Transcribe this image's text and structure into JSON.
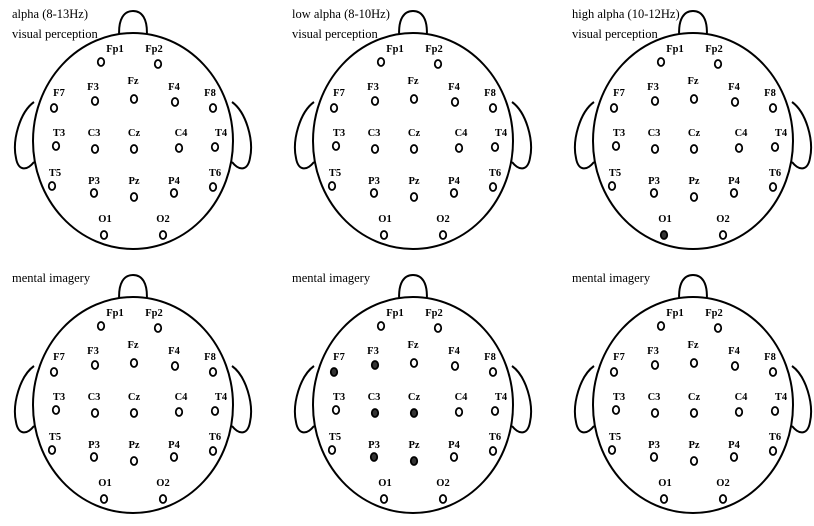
{
  "panels": [
    {
      "caption_line1": "alpha (8-13Hz)",
      "caption_line2": "visual perception",
      "highlighted": []
    },
    {
      "caption_line1": "low alpha (8-10Hz)",
      "caption_line2": "visual perception",
      "highlighted": []
    },
    {
      "caption_line1": "high alpha (10-12Hz)",
      "caption_line2": "visual perception",
      "highlighted": [
        "O1"
      ]
    },
    {
      "caption_line1": "mental imagery",
      "caption_line2": "",
      "highlighted": []
    },
    {
      "caption_line1": "mental imagery",
      "caption_line2": "",
      "highlighted": [
        "F7",
        "F3",
        "C3",
        "Cz",
        "P3",
        "Pz"
      ]
    },
    {
      "caption_line1": "mental imagery",
      "caption_line2": "",
      "highlighted": []
    }
  ],
  "electrodes": [
    "Fp1",
    "Fp2",
    "F7",
    "F3",
    "Fz",
    "F4",
    "F8",
    "T3",
    "C3",
    "Cz",
    "C4",
    "T4",
    "T5",
    "P3",
    "Pz",
    "P4",
    "T6",
    "O1",
    "O2"
  ],
  "colors": {
    "highlighted_fill": "#333333",
    "normal_fill": "#ffffff",
    "stroke": "#000000"
  }
}
